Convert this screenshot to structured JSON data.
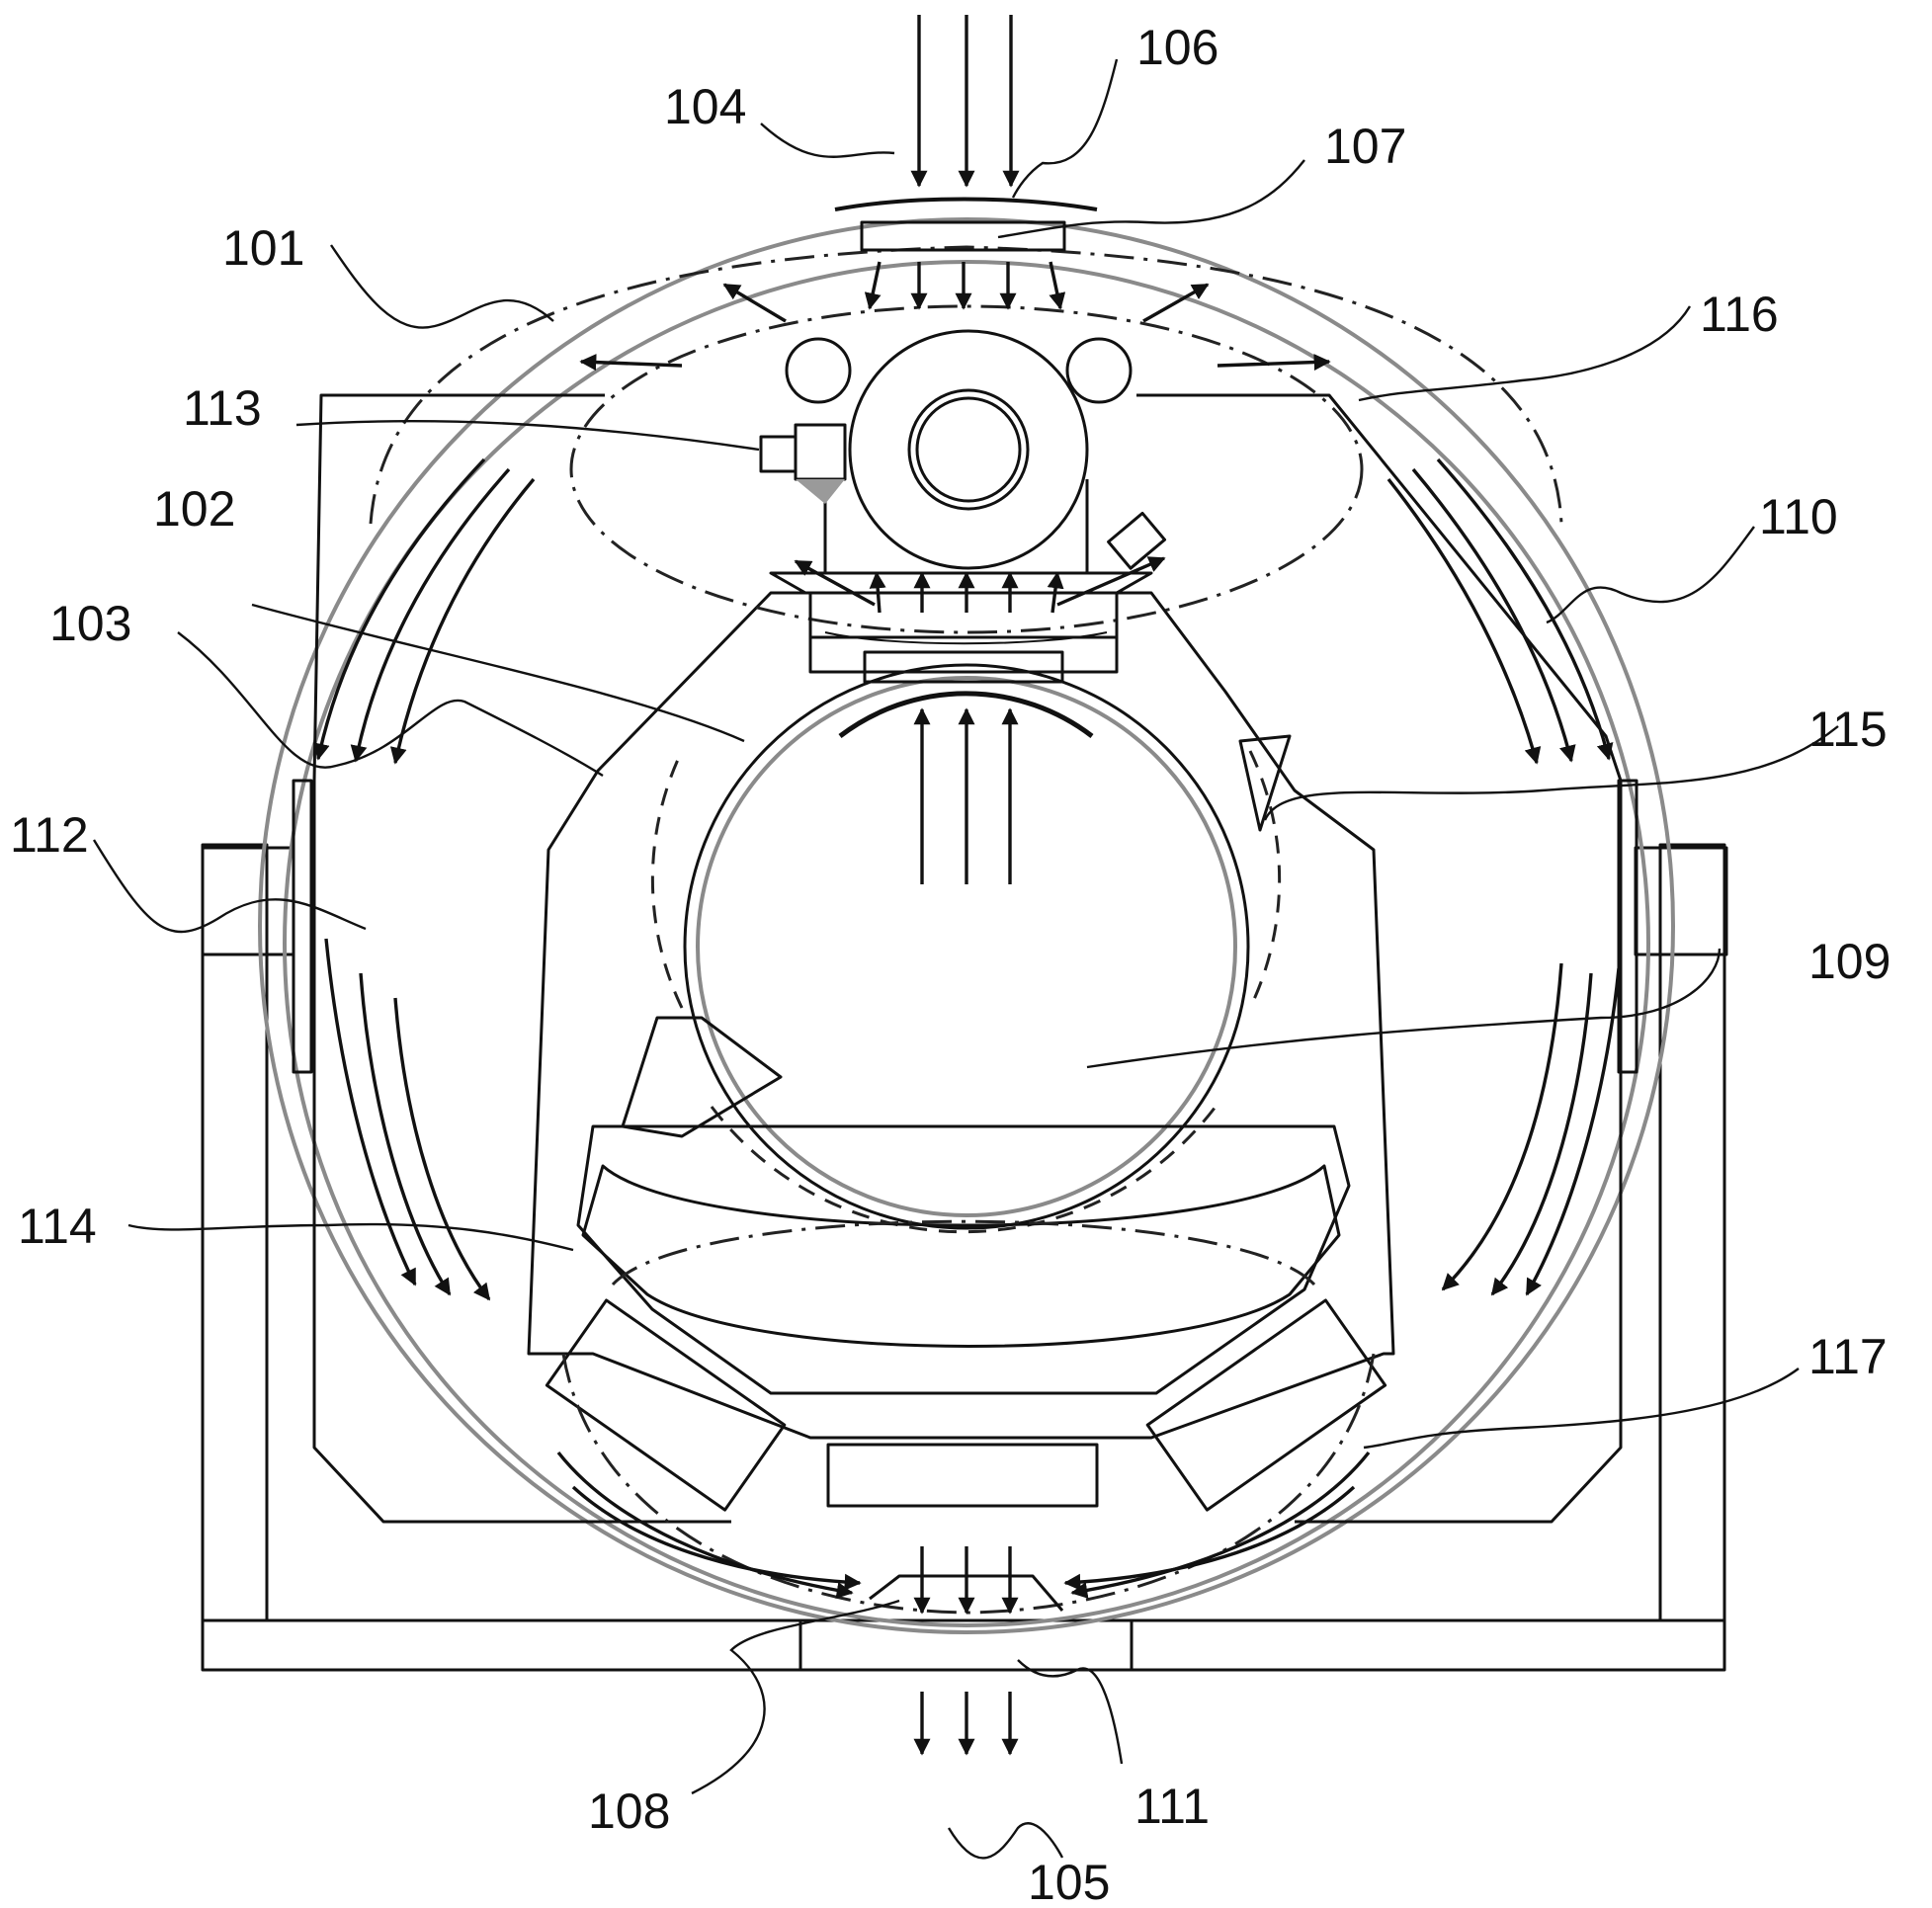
{
  "labels": {
    "l101": "101",
    "l102": "102",
    "l103": "103",
    "l104": "104",
    "l105": "105",
    "l106": "106",
    "l107": "107",
    "l108": "108",
    "l109": "109",
    "l110": "110",
    "l111": "111",
    "l112": "112",
    "l113": "113",
    "l114": "114",
    "l115": "115",
    "l116": "116",
    "l117": "117"
  }
}
